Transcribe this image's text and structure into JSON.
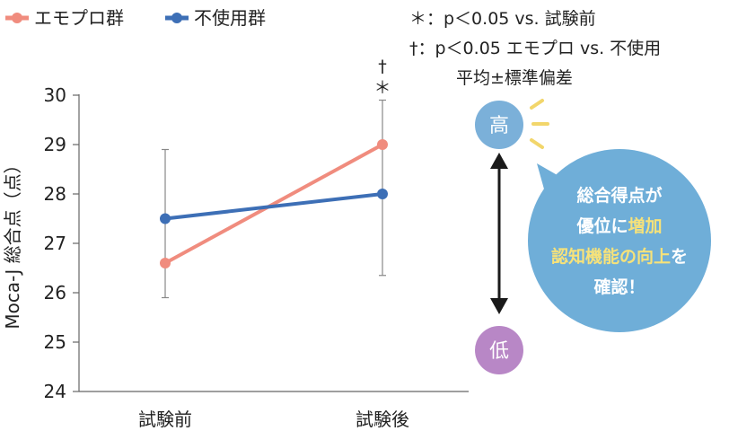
{
  "chart_data": {
    "type": "line",
    "categories": [
      "試験前",
      "試験後"
    ],
    "series": [
      {
        "name": "エモプロ群",
        "color": "#f08c7e",
        "values": [
          26.6,
          29.0
        ],
        "error_bars": [
          null,
          [
            28.0,
            29.9
          ]
        ]
      },
      {
        "name": "不使用群",
        "color": "#3d6fb6",
        "values": [
          27.5,
          28.0
        ],
        "error_bars": [
          [
            25.9,
            28.9
          ],
          [
            26.35,
            27.95
          ]
        ]
      }
    ],
    "ylabel": "Moca-J 総合点（点）",
    "ylim": [
      24,
      30
    ],
    "yticks": [
      24,
      25,
      26,
      27,
      28,
      29,
      30
    ],
    "significance_marks": {
      "category": "試験後",
      "dagger": "†",
      "asterisk": "＊"
    },
    "grid": false,
    "legend_position": "top-left"
  },
  "notes": {
    "asterisk_note": "＊：p＜0.05 vs. 試験前",
    "dagger_note": "†：p＜0.05 エモプロ vs. 不使用",
    "mean_sd_note": "平均±標準偏差"
  },
  "scale": {
    "high_label": "高",
    "low_label": "低",
    "high_color": "#7bb0d9",
    "low_color": "#b887c6",
    "arrow_color": "#1a1a1a",
    "burst_color": "#f2d66b"
  },
  "callout": {
    "line1": "総合得点が",
    "line2_plain": "優位に",
    "line2_highlight": "増加",
    "line3_highlight": "認知機能の向上",
    "line3_plain": "を",
    "line4": "確認！",
    "bg_color": "#6faed8",
    "text_color": "#ffffff",
    "highlight_color": "#f6e27a"
  }
}
